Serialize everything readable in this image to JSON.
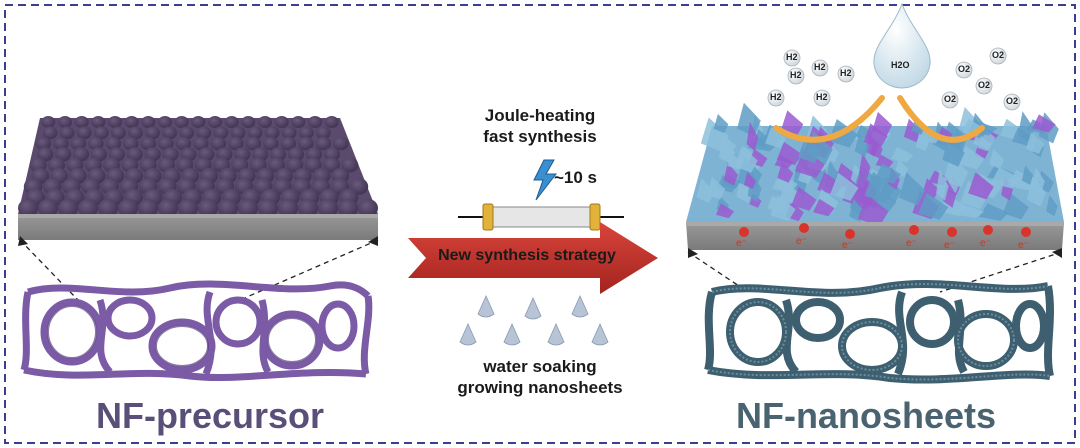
{
  "left_caption": "NF-precursor",
  "right_caption": "NF-nanosheets",
  "process": {
    "step1_line1": "Joule-heating",
    "step1_line2": "fast synthesis",
    "time": "~10 s",
    "arrow_label": "New synthesis strategy",
    "step2_line1": "water soaking",
    "step2_line2": "growing nanosheets"
  },
  "gas": {
    "h2": "H2",
    "h2o": "H2O",
    "o2": "O2"
  },
  "electron": "e⁻",
  "colors": {
    "frame_dash": "#3b3f8f",
    "precursor_purple": "#4d3f5c",
    "foam_purple": "#7b5aa6",
    "nanosheet_blue": "#6fa7c9",
    "arrow_red": "#c4302b",
    "substrate_grey": "#8c8c8c",
    "electron_red": "#d9342b"
  }
}
